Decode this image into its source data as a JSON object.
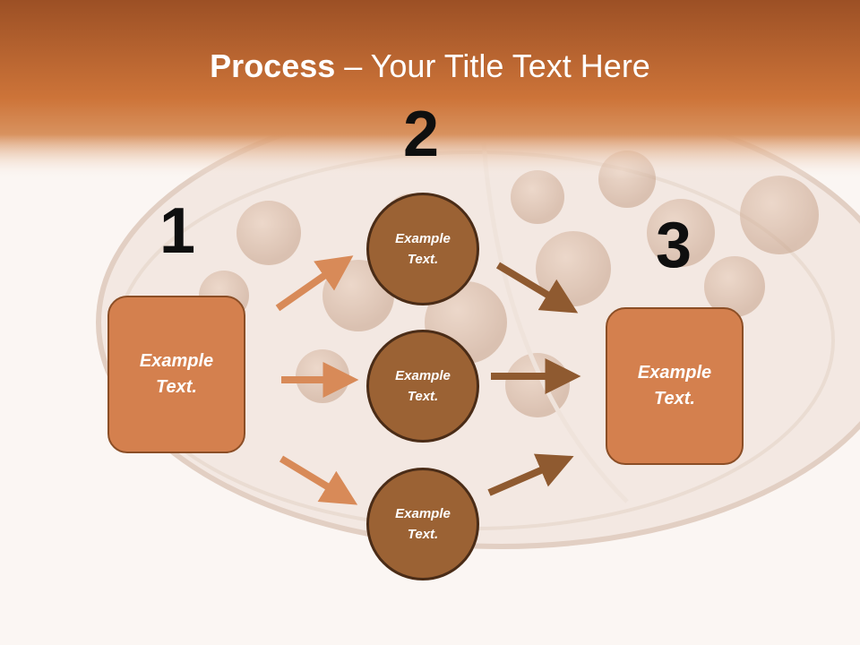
{
  "slide": {
    "title_bold": "Process",
    "title_rest": " – Your Title Text Here"
  },
  "steps": {
    "one": "1",
    "two": "2",
    "three": "3"
  },
  "boxes": {
    "left": "Example\nText.",
    "right": "Example\nText."
  },
  "circles": [
    "Example\nText.",
    "Example\nText.",
    "Example\nText."
  ],
  "colors": {
    "header": "#c9703a",
    "box_fill": "#d4804e",
    "circle_fill": "#9b6234",
    "arrow_left": "#d88a58",
    "arrow_right": "#8f5a30"
  }
}
